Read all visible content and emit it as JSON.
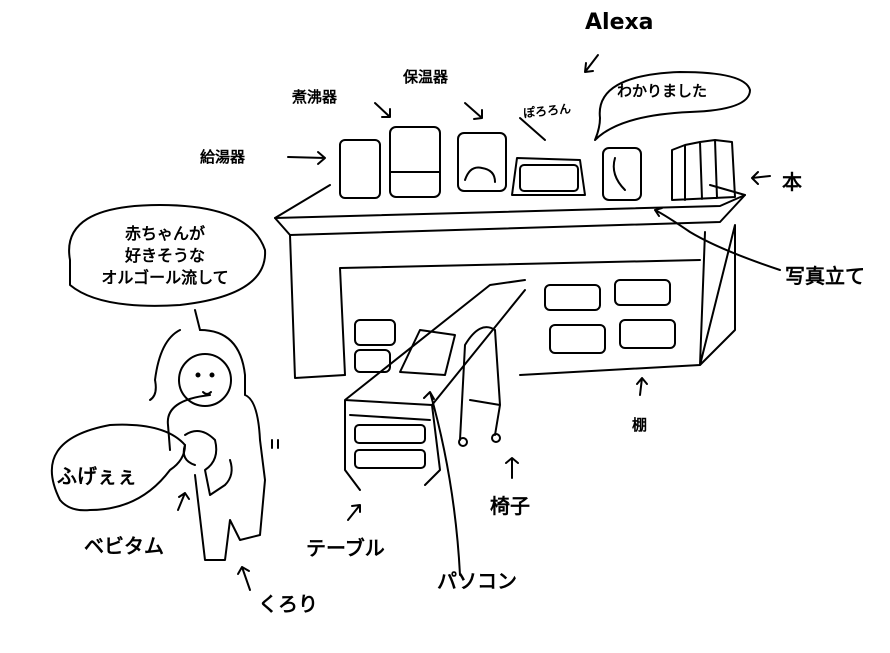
{
  "labels": {
    "alexa": "Alexa",
    "alexa_reply": "わかりました",
    "sound": "ぽろろん",
    "warmer": "保温器",
    "sterilizer": "煮沸器",
    "water_heater": "給湯器",
    "book": "本",
    "photo_stand": "写真立て",
    "shelf": "棚",
    "chair": "椅子",
    "pc": "パソコン",
    "table": "テーブル",
    "kurori": "くろり",
    "baby_item": "ベビタム",
    "baby_cry": "ふげぇぇ"
  },
  "request_bubble": {
    "line1": "赤ちゃんが",
    "line2": "好きそうな",
    "line3": "オルゴール流して"
  }
}
